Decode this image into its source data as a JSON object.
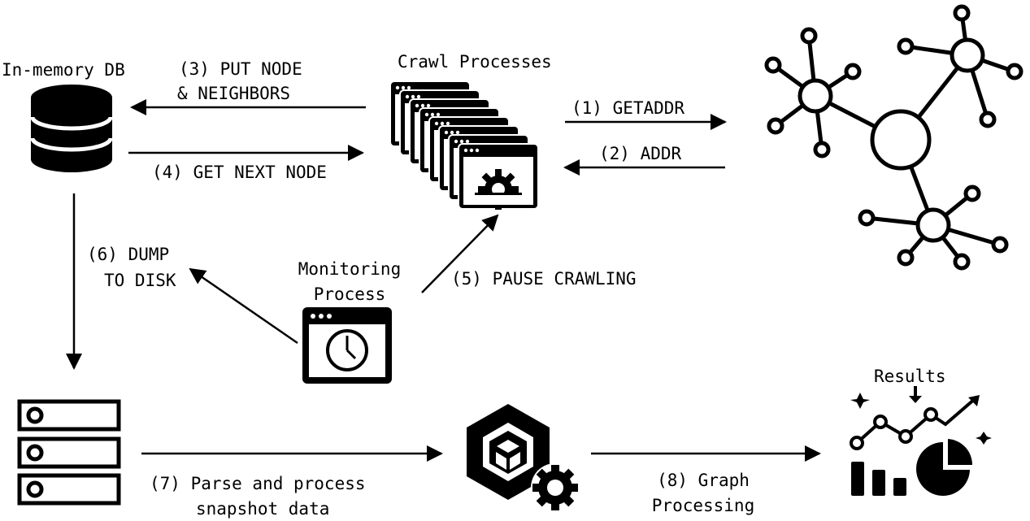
{
  "labels": {
    "db": "In-memory DB",
    "crawl": "Crawl Processes",
    "put_1": "(3) PUT NODE",
    "put_2": "& NEIGHBORS",
    "get_next": "(4) GET NEXT NODE",
    "getaddr": "(1) GETADDR",
    "addr": "(2) ADDR",
    "dump_1": "(6) DUMP",
    "dump_2": "TO DISK",
    "monitor_1": "Monitoring",
    "monitor_2": "Process",
    "pause": "(5) PAUSE CRAWLING",
    "parse_1": "(7) Parse and process",
    "parse_2": "snapshot data",
    "graph_1": "(8) Graph",
    "graph_2": "Processing",
    "results": "Results"
  }
}
